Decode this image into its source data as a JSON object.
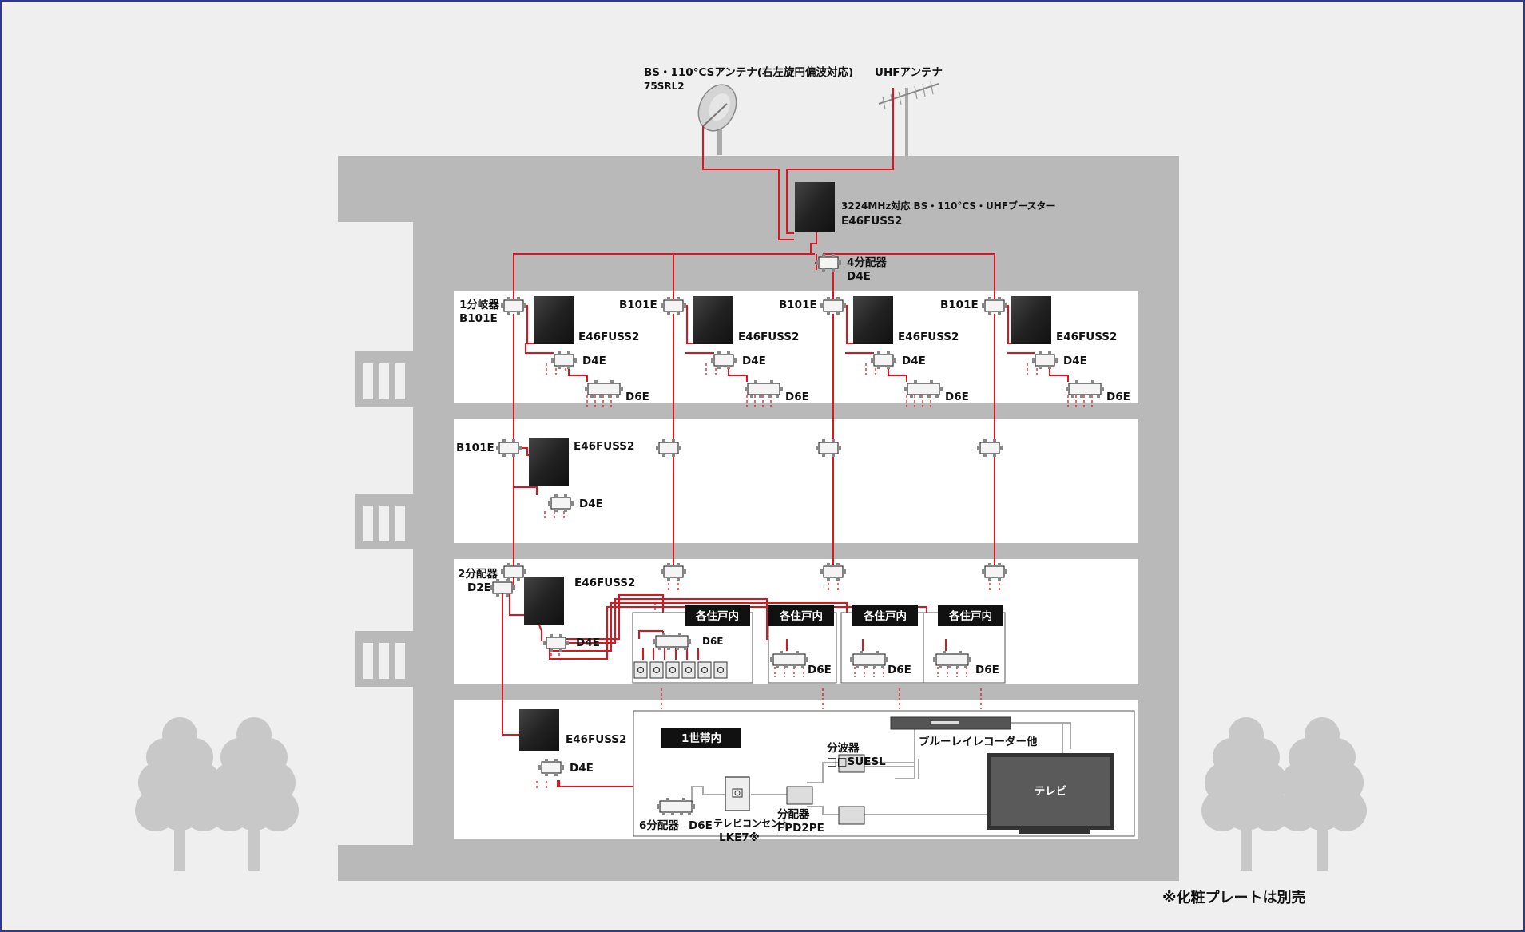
{
  "diagram": {
    "antenna_bs": {
      "title": "BS・110°CSアンテナ(右左旋円偏波対応)",
      "model": "75SRL2"
    },
    "antenna_uhf": {
      "title": "UHFアンテナ"
    },
    "main_booster": {
      "title": "3224MHz対応 BS・110°CS・UHFブースター",
      "model": "E46FUSS2"
    },
    "main_splitter": {
      "title": "4分配器",
      "model": "D4E"
    },
    "floor4": {
      "branch_first_prefix": "1分岐器",
      "branch_model": "B101E",
      "booster_model": "E46FUSS2",
      "d4e": "D4E",
      "d6e": "D6E"
    },
    "floor3": {
      "branch_model": "B101E",
      "booster_model": "E46FUSS2",
      "d4e": "D4E"
    },
    "floor2": {
      "splitter_title": "2分配器",
      "splitter_model": "D2E",
      "booster_model": "E46FUSS2",
      "d4e": "D4E",
      "d6e": "D6E",
      "unit_label": "各住戸内"
    },
    "floor1": {
      "booster_model": "E46FUSS2",
      "d4e": "D4E",
      "household_label": "1世帯内",
      "six_splitter": "6分配器",
      "six_splitter_model": "D6E",
      "outlet": "テレビコンセント",
      "outlet_model": "LKE7※",
      "splitter_title": "分配器",
      "splitter_model": "FPD2PE",
      "diplexer_title": "分波器",
      "diplexer_model": "□□SUESL",
      "recorder": "ブルーレイレコーダー他",
      "tv": "テレビ"
    },
    "footnote": "※化粧プレートは別売"
  },
  "colors": {
    "cable": "#e0141e",
    "building": "#b9b9b9",
    "floor": "#ffffff",
    "device": "#2c2c2c",
    "tree": "#c8c8c8",
    "frame": "#2b3a8c"
  }
}
